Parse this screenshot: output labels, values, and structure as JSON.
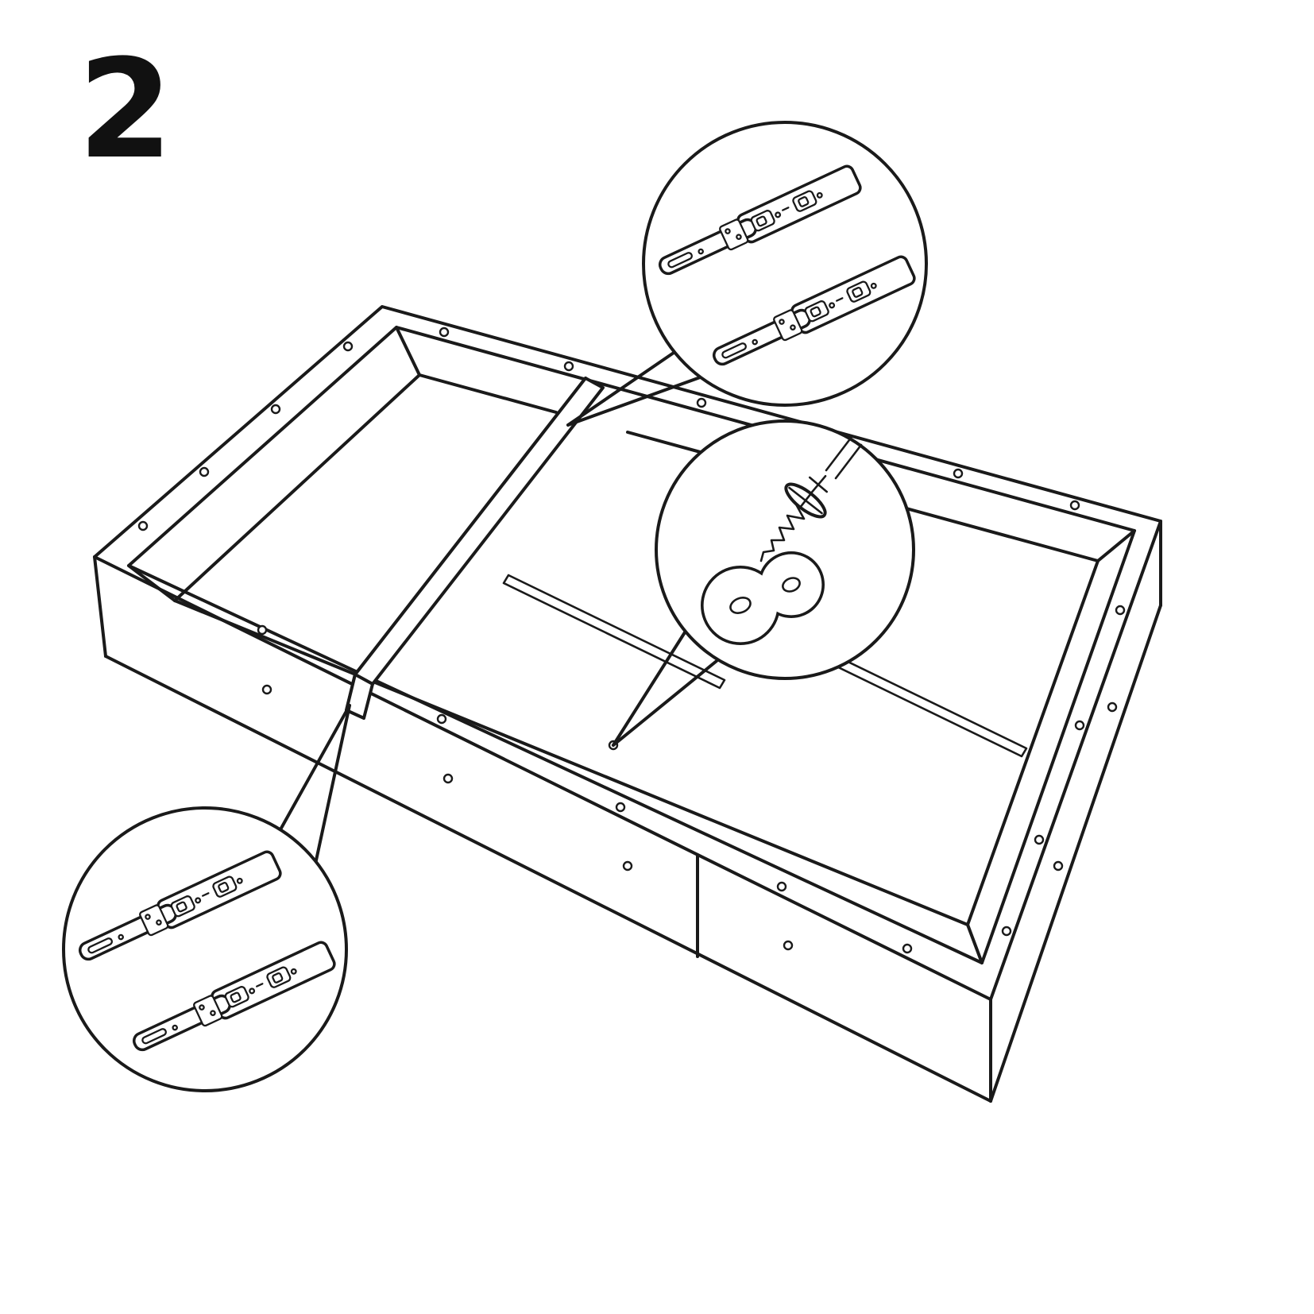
{
  "page": {
    "title": "Furniture assembly instruction step",
    "background": "#ffffff"
  },
  "step": {
    "number": "2"
  },
  "colors": {
    "line": "#1a1a1a",
    "background": "#ffffff"
  },
  "diagram": {
    "main_drawing": "storage-bed-frame-with-center-divider",
    "callouts": [
      {
        "position": "top-right",
        "icon": "drawer-slide-rails-icon"
      },
      {
        "position": "middle",
        "icon": "screw-into-lock-plate-icon"
      },
      {
        "position": "bottom-left",
        "icon": "drawer-slide-rails-icon"
      }
    ]
  }
}
